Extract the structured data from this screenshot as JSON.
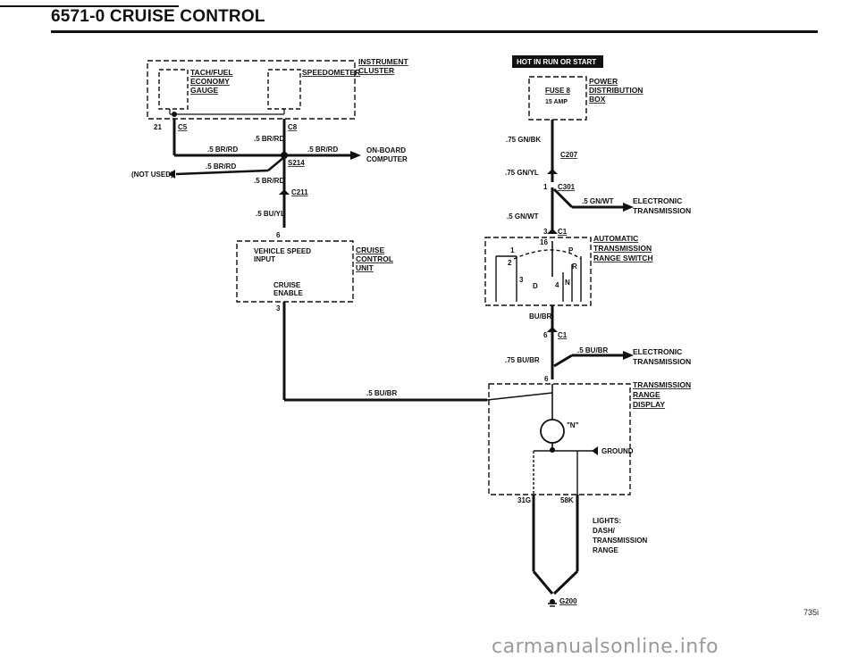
{
  "header": {
    "title": "6571-0   CRUISE CONTROL"
  },
  "page_number": "735i",
  "watermark": "carmanualsonline.info",
  "components": {
    "instrument_cluster": "INSTRUMENT CLUSTER",
    "instrument_line1": "INSTRUMENT",
    "instrument_line2": "CLUSTER",
    "tach_fuel": "TACH/FUEL",
    "economy": "ECONOMY",
    "gauge": "GAUGE",
    "speedometer": "SPEEDOMETER",
    "onboard_computer_1": "ON-BOARD",
    "onboard_computer_2": "COMPUTER",
    "not_used": "(NOT USED)",
    "vehicle_speed_1": "VEHICLE SPEED",
    "vehicle_speed_2": "INPUT",
    "cruise_enable_1": "CRUISE",
    "cruise_enable_2": "ENABLE",
    "cruise_unit_1": "CRUISE",
    "cruise_unit_2": "CONTROL",
    "cruise_unit_3": "UNIT",
    "hot_in_run": "HOT IN RUN OR START",
    "fuse": "FUSE 8",
    "fuse_amp": "15 AMP",
    "power_dist_1": "POWER",
    "power_dist_2": "DISTRIBUTION",
    "power_dist_3": "BOX",
    "elec_trans_1": "ELECTRONIC",
    "elec_trans_2": "TRANSMISSION",
    "auto_trans_1": "AUTOMATIC",
    "auto_trans_2": "TRANSMISSION",
    "auto_trans_3": "RANGE SWITCH",
    "trans_disp_1": "TRANSMISSION",
    "trans_disp_2": "RANGE",
    "trans_disp_3": "DISPLAY",
    "n_lamp": "\"N\"",
    "ground": "GROUND",
    "lights_1": "LIGHTS:",
    "lights_2": "DASH/",
    "lights_3": "TRANSMISSION",
    "lights_4": "RANGE"
  },
  "wires": {
    "br_rd_1": ".5 BR/RD",
    "br_rd_2": ".5 BR/RD",
    "br_rd_3": ".5 BR/RD",
    "br_rd_4": ".5 BR/RD",
    "br_rd_5": ".5 BR/RD",
    "bu_yl": ".5 BU/YL",
    "bu_br_long": ".5 BU/BR",
    "gn_bk": ".75 GN/BK",
    "gn_yl": ".75 GN/YL",
    "gn_wt_1": ".5 GN/WT",
    "gn_wt_2": ".5 GN/WT",
    "bu_br": "BU/BR",
    "bu_br_2": ".5 BU/BR",
    "bu_br_75": ".75 BU/BR"
  },
  "connectors": {
    "c5": "C5",
    "c5_pin": "21",
    "c8": "C8",
    "s214": "S214",
    "c211": "C211",
    "c211_pin": "6",
    "cruise_pin3": "3",
    "c207": "C207",
    "c301": "C301",
    "c301_pin": "1",
    "c1a": "C1",
    "c1a_pin": "3",
    "c1b": "C1",
    "c1b_pin": "6",
    "disp_pin6": "6",
    "pin31g": "31G",
    "pin58k": "58K",
    "g200": "G200",
    "sw_pin1": "1",
    "sw_pin2": "2",
    "sw_pin3": "3",
    "sw_pin4": "4",
    "sw_pin16": "16",
    "sw_p": "P",
    "sw_r": "R",
    "sw_n": "N",
    "sw_d": "D"
  }
}
